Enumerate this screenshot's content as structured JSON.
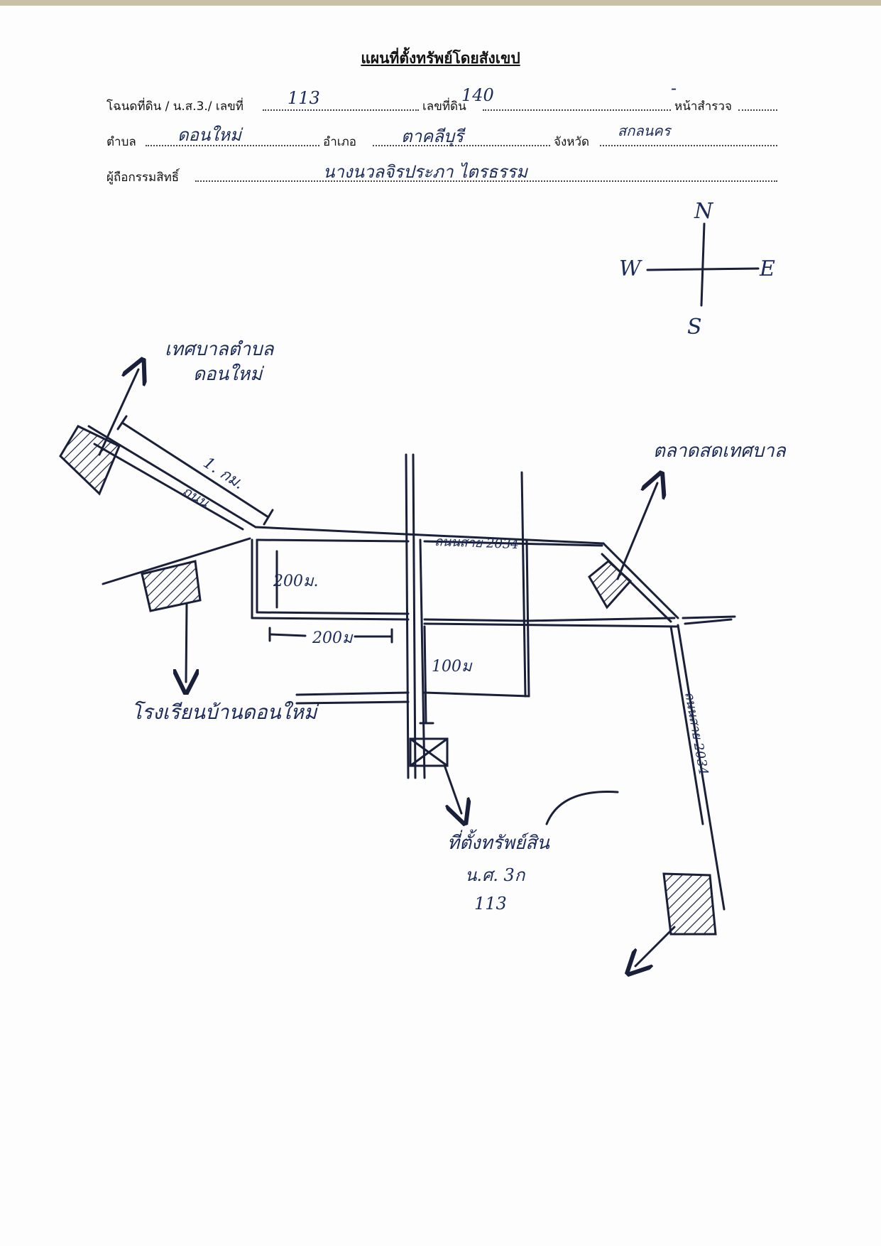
{
  "document": {
    "title": "แผนที่ตั้งทรัพย์โดยสังเขป",
    "fields": {
      "deed_label": "โฉนดที่ดิน / น.ส.3./ เลขที่",
      "deed_value": "113",
      "land_no_label": "เลขที่ดิน",
      "land_no_value": "140",
      "survey_label": "หน้าสำรวจ",
      "survey_value": "-",
      "tambon_label": "ตำบล",
      "tambon_value": "ดอนใหม่",
      "amphoe_label": "อำเภอ",
      "amphoe_value": "ตาคลีบุรี",
      "province_label": "จังหวัด",
      "province_value": "สกลนคร",
      "owner_label": "ผู้ถือกรรมสิทธิ์",
      "owner_value": "นางนวลจิรประภา ไตรธรรม"
    }
  },
  "compass": {
    "north": "N",
    "south": "S",
    "east": "E",
    "west": "W"
  },
  "map_labels": {
    "municipality": "เทศบาลตำบล",
    "municipality_place": "ดอนใหม่",
    "distance_road": "1. กม.",
    "road_left": "ถนน",
    "road_top": "ถนนสาย 2034",
    "road_right": "ถนนสาย 2034",
    "dim_200_vertical": "200ม.",
    "dim_200_horizontal": "200ม",
    "dim_100": "100ม",
    "market": "ตลาดสดเทศบาล",
    "school": "โรงเรียนบ้านดอนใหม่",
    "property_label": "ที่ตั้งทรัพย์สิน",
    "property_code": "น.ศ. 3ก",
    "property_number": "113"
  },
  "colors": {
    "ink": "#1a1f3a",
    "handwriting": "#1a2a5a",
    "print": "#111111"
  }
}
